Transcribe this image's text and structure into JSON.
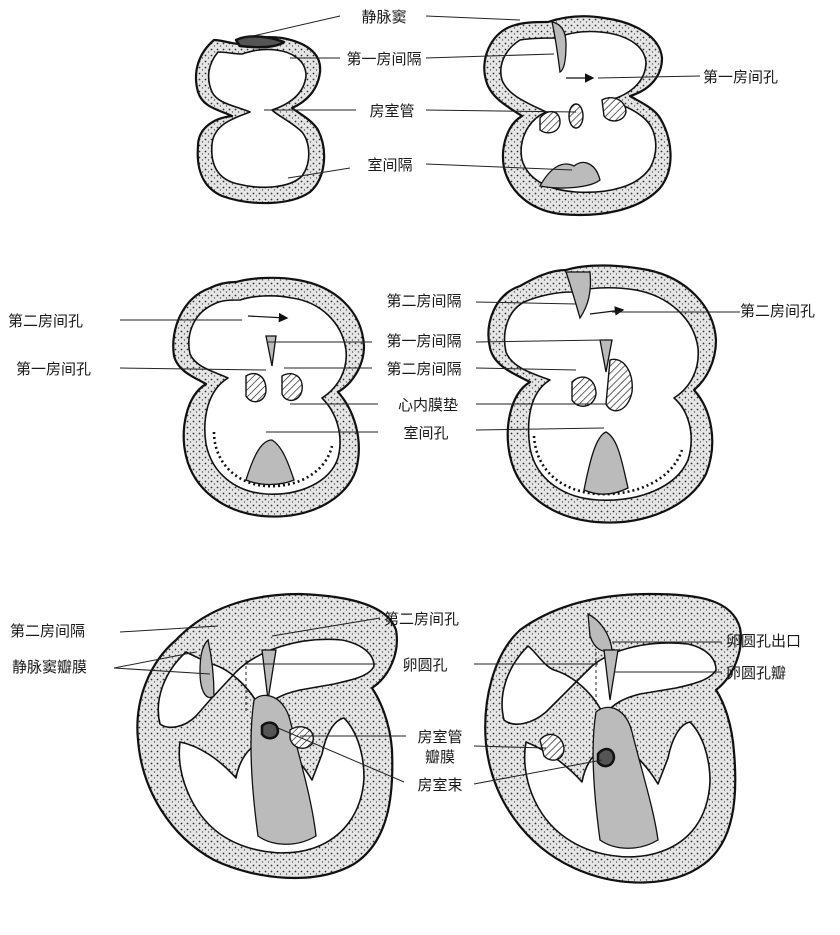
{
  "labels": {
    "sinus_venosus": "静脉窦",
    "septum_primum": "第一房间隔",
    "foramen_primum": "第一房间孔",
    "av_canal": "房室管",
    "interventricular_septum": "室间隔",
    "foramen_secundum_mid_left": "第二房间孔",
    "septum_secundum_mid": "第二房间隔",
    "foramen_secundum_mid_right": "第二房间孔",
    "septum_primum_mid": "第一房间隔",
    "foramen_primum_mid": "第一房间孔",
    "septum_secundum_mid2": "第二房间隔",
    "endocardial_cushion": "心内膜垫",
    "interventricular_foramen": "室间孔",
    "septum_secundum_bottom": "第二房间隔",
    "foramen_secundum_bottom": "第二房间孔",
    "sinus_venosus_valve": "静脉窦瓣膜",
    "foramen_ovale": "卵圆孔",
    "foramen_ovale_exit": "卵圆孔出口",
    "foramen_ovale_valve": "卵圆孔瓣",
    "av_valve_line1": "房室管",
    "av_valve_line2": "瓣膜",
    "av_bundle": "房室束"
  }
}
